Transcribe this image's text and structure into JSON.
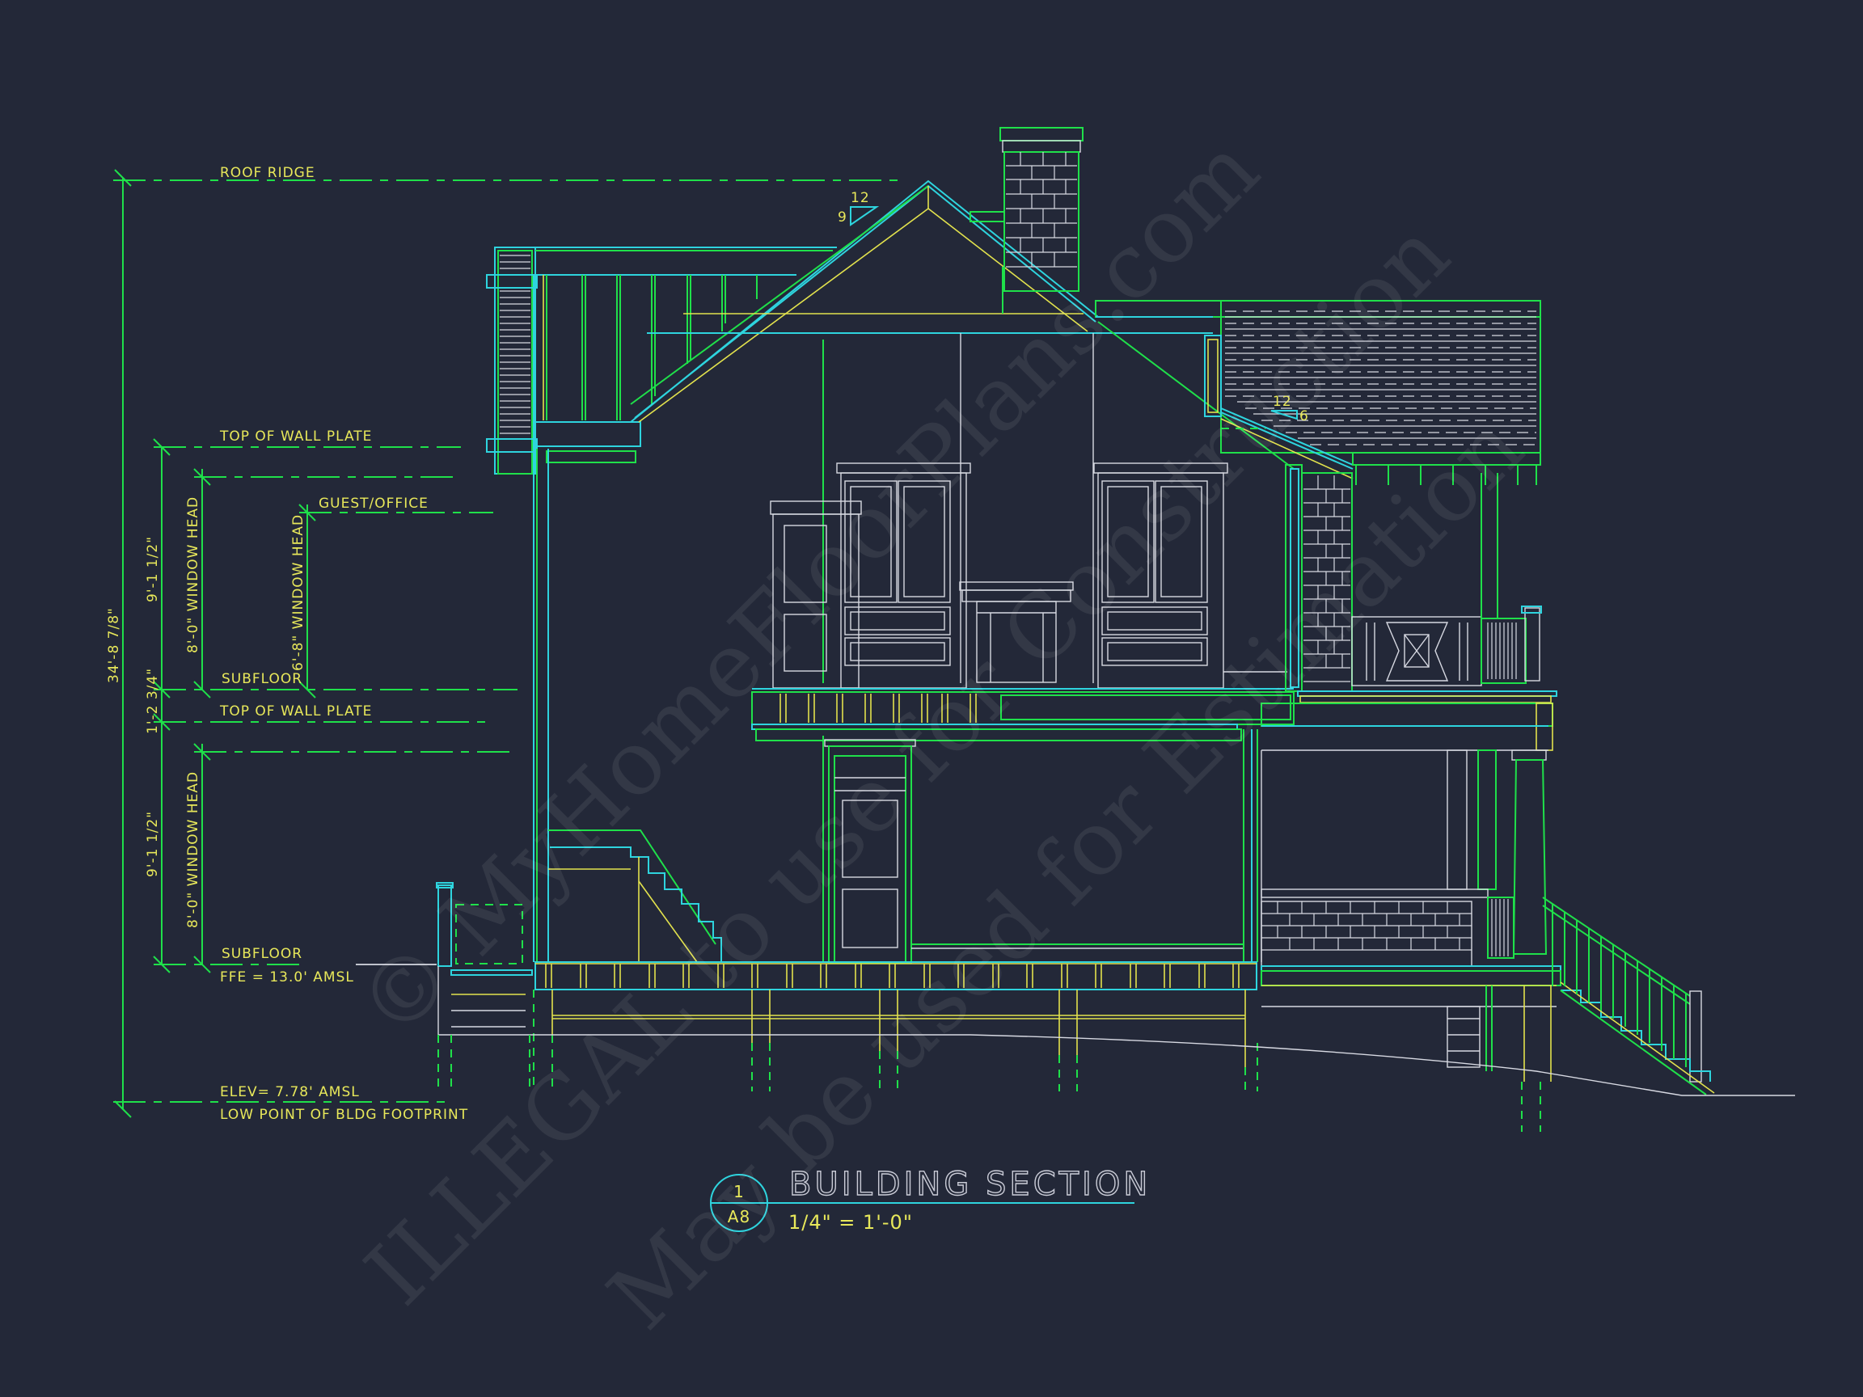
{
  "drawing": {
    "type": "architectural building section",
    "background_color": "#232838",
    "line_colors": {
      "dimension": "#1fe04a",
      "structure": "#2ed4de",
      "framing": "#e2e24d",
      "finish": "#d7d9e2"
    },
    "title_block": {
      "detail_number": "1",
      "sheet_number": "A8",
      "title": "BUILDING SECTION",
      "scale": "1/4\" = 1'-0\""
    },
    "level_labels": {
      "roof_ridge": "ROOF RIDGE",
      "top_of_wall_plate_upper": "TOP OF WALL PLATE",
      "guest_office": "GUEST/OFFICE",
      "subfloor_upper": "SUBFLOOR",
      "top_of_wall_plate_lower": "TOP OF WALL PLATE",
      "subfloor_lower": "SUBFLOOR",
      "ffe": "FFE = 13.0' AMSL",
      "elev": "ELEV= 7.78' AMSL",
      "low_point": "LOW POINT OF BLDG FOOTPRINT"
    },
    "dimensions": {
      "overall_height": "34'-8 7/8\"",
      "upper_floor_height": "9'-1 1/2\"",
      "upper_window_head": "8'-0\" WINDOW HEAD",
      "guest_window_head": "6'-8\" WINDOW HEAD",
      "floor_depth": "1'-2 3/4\"",
      "lower_floor_height": "9'-1 1/2\"",
      "lower_window_head": "8'-0\" WINDOW HEAD"
    },
    "roof_pitches": [
      {
        "rise": "9",
        "run": "12"
      },
      {
        "rise": "6",
        "run": "12"
      }
    ],
    "watermarks": [
      "© MyHomeFloorPlans.com",
      "ILLEGAL to use for Construction",
      "May be used for Estimation"
    ]
  }
}
